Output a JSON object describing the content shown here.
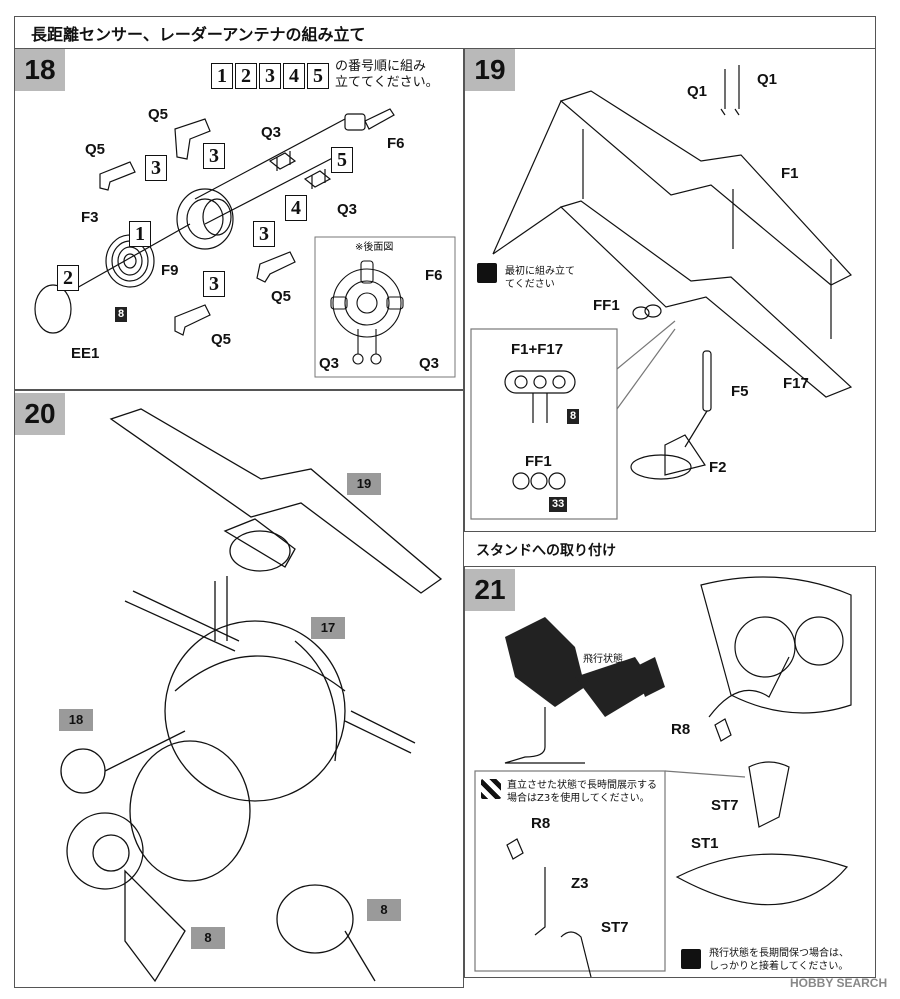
{
  "header": {
    "title": "長距離センサー、レーダーアンテナの組み立て"
  },
  "step18": {
    "number": "18",
    "order_boxes": [
      "1",
      "2",
      "3",
      "4",
      "5"
    ],
    "order_text_1": "の番号順に組み",
    "order_text_2": "立ててください。",
    "labels": {
      "q5a": "Q5",
      "q5b": "Q5",
      "q5c": "Q5",
      "q5d": "Q5",
      "q3a": "Q3",
      "q3b": "Q3",
      "f6": "F6",
      "f3": "F3",
      "f9": "F9",
      "ee1": "EE1"
    },
    "boxes": {
      "b3a": "3",
      "b3b": "3",
      "b5": "5",
      "b4": "4",
      "b3c": "3",
      "b3d": "3",
      "b1": "1",
      "b2": "2"
    },
    "chip_8": "8",
    "rear_view": {
      "title": "※後面図",
      "f6": "F6",
      "q3a": "Q3",
      "q3b": "Q3"
    }
  },
  "step19": {
    "number": "19",
    "labels": {
      "q1a": "Q1",
      "q1b": "Q1",
      "f1": "F1",
      "ff1": "FF1",
      "f5": "F5",
      "f17": "F17",
      "f2": "F2"
    },
    "note": [
      "最初に組み立て",
      "てください"
    ],
    "detail": {
      "title": "F1+F17",
      "chip": "8",
      "ff1": "FF1",
      "chip2": "33"
    }
  },
  "step20": {
    "number": "20",
    "tags": {
      "t19": "19",
      "t17": "17",
      "t18": "18",
      "t8a": "8",
      "t8b": "8"
    }
  },
  "stand_section": {
    "title": "スタンドへの取り付け"
  },
  "step21": {
    "number": "21",
    "flight_label": "飛行状態",
    "labels": {
      "r8": "R8",
      "st7": "ST7",
      "st1": "ST1",
      "r8b": "R8",
      "z3": "Z3",
      "st7b": "ST7"
    },
    "note_upright": [
      "直立させた状態で長時間展示する",
      "場合はZ3を使用してください。"
    ],
    "note_flight": [
      "飛行状態を長期間保つ場合は、",
      "しっかりと接着してください。"
    ]
  },
  "watermark": "HOBBY SEARCH"
}
